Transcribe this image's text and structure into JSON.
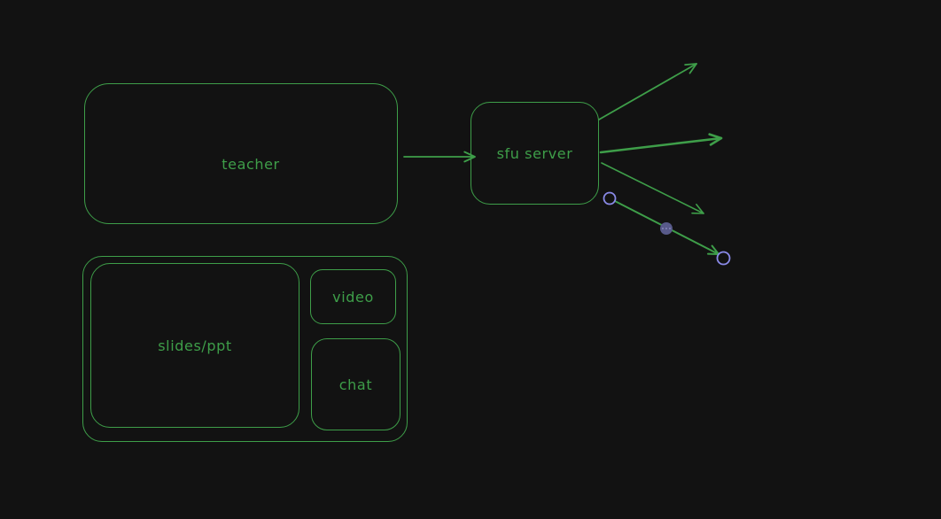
{
  "palette": {
    "stroke_green": "#3E9E49",
    "selection_purple": "#8A8AE8",
    "midpoint_fill": "#585A8A",
    "canvas_background": "#121212"
  },
  "nodes": {
    "teacher": {
      "label": "teacher"
    },
    "sfu_server": {
      "label": "sfu server"
    },
    "slides_ppt": {
      "label": "slides/ppt"
    },
    "video": {
      "label": "video"
    },
    "chat": {
      "label": "chat"
    }
  },
  "edges": [
    {
      "name": "teacher-to-sfu",
      "selected": false
    },
    {
      "name": "sfu-out-upper",
      "selected": false
    },
    {
      "name": "sfu-out-middle",
      "selected": false
    },
    {
      "name": "sfu-out-lower",
      "selected": false
    },
    {
      "name": "sfu-out-selected",
      "selected": true
    }
  ]
}
